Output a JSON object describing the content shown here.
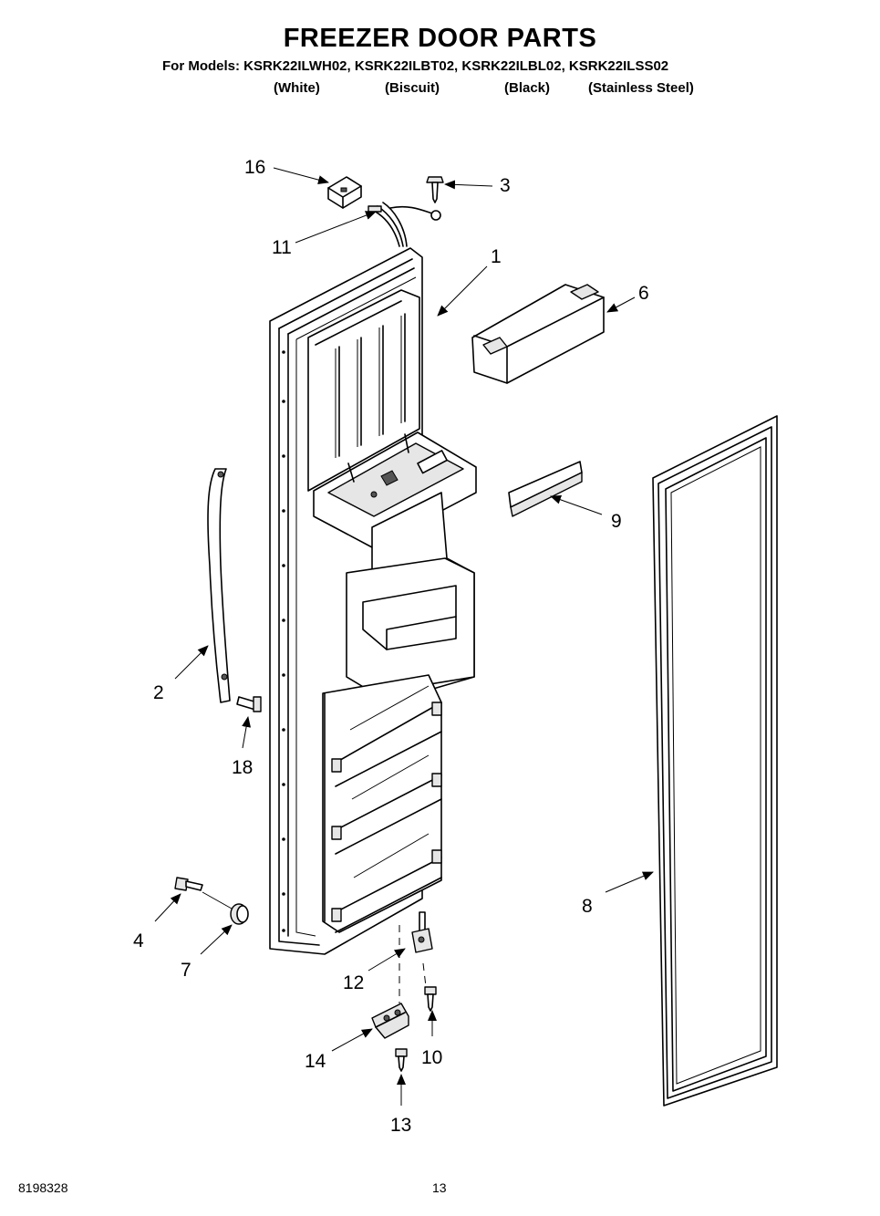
{
  "header": {
    "title": "FREEZER DOOR PARTS",
    "models_line": "For Models: KSRK22ILWH02, KSRK22ILBT02, KSRK22ILBL02, KSRK22ILSS02",
    "colors": [
      "(White)",
      "(Biscuit)",
      "(Black)",
      "(Stainless Steel)"
    ]
  },
  "callouts": {
    "c1": "1",
    "c2": "2",
    "c3": "3",
    "c4": "4",
    "c6": "6",
    "c7": "7",
    "c8": "8",
    "c9": "9",
    "c10": "10",
    "c11": "11",
    "c12": "12",
    "c13": "13",
    "c14": "14",
    "c16": "16",
    "c18": "18"
  },
  "footer": {
    "doc_number": "8198328",
    "page_number": "13"
  }
}
